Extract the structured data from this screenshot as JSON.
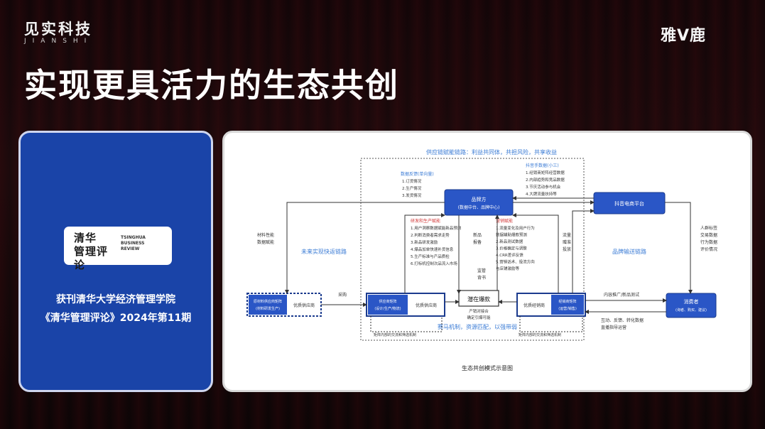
{
  "header": {
    "brand_cn": "见实科技",
    "brand_en": "JIANSHI",
    "partner": "雅V鹿"
  },
  "title": "实现更具活力的生态共创",
  "left_card": {
    "logo_cn": "清华\n管理评论",
    "logo_en": "TSINGHUA\nBUSINESS\nREVIEW",
    "caption_line1": "获刊清华大学经济管理学院",
    "caption_line2": "《清华管理评论》2024年第11期"
  },
  "diagram": {
    "top_chain": "供应链赋能链路：利益共同体，共担风险，共享收益",
    "data_feedback_title": "数据反馈(单向量)",
    "data_feedback_items": [
      "1.订货情况",
      "2.生产情况",
      "3.发货情况"
    ],
    "analysis_title": "抖音手数据(小三)",
    "analysis_items": [
      "1.经销商矩阵经营数据",
      "2.内部趋势和竞品数据",
      "3.节庆活动参与机会",
      "4.大牌流量扶持等"
    ],
    "brand_line1": "品牌方",
    "brand_line2": "(数据中台、品牌中心)",
    "platform": "抖音电商平台",
    "material_label": "材料性能\n数据赋能",
    "future_label": "未来实现快返链路",
    "rd_title": "研发和生产赋能",
    "rd_items": [
      "1.用户洞察数据赋能新品预测",
      "2.判断消费者需求走势",
      "3.新品研发激励",
      "4.爆品加单快速补货信息",
      "5.生产标准与产品质检",
      "6.打标机控制次品流入市场"
    ],
    "marketing_title": "营销赋能",
    "marketing_items": [
      "1.流量变化及用户行为",
      "数据辅助爆款预测",
      "2.新品测试数据",
      "3.价格确定与调整",
      "4.CRR差评反馈",
      "5.营销话术、投流方向",
      "与店铺激励等"
    ],
    "new_product_label": "新品\n报备",
    "supervise_label": "监管\n背书",
    "traffic_label": "流量\n赠准\n投放",
    "brand_output": "品牌输送链路",
    "crowd_label": "人群标签\n交易数据\n行为数据\n评价情况",
    "raw_supplier": "原材料供应商矩阵\n(材料研发生产)",
    "quality_supplier_1": "优质供应商",
    "purchase": "采购",
    "supplier_matrix": "供应商矩阵\n(设计/生产/物流)",
    "quality_supplier_2": "优质供应商",
    "potential": "潜在爆款",
    "potential_desc": "产销对接合\n确定引爆可能",
    "quality_dealer": "优质经销商",
    "dealer_matrix": "经销商矩阵\n(运营/销售)",
    "content_label": "内容推广/新品测试",
    "consumer_line1": "消费者",
    "consumer_line2": "(询者、购买、建议)",
    "interaction_label": "互动、反馈、转化数据\n直播指导运营",
    "race_mechanism": "赛马机制，资源匹配，以强带弱",
    "internal_left": "矩阵内部的交流和筛选机制",
    "internal_right": "矩阵内部的交流和筛选机制",
    "caption": "生态共创模式示意图"
  },
  "colors": {
    "card_blue": "#1a44a8",
    "node_blue": "#2a56c6",
    "label_blue": "#3a7bd5",
    "accent_red": "#d23b3b"
  }
}
